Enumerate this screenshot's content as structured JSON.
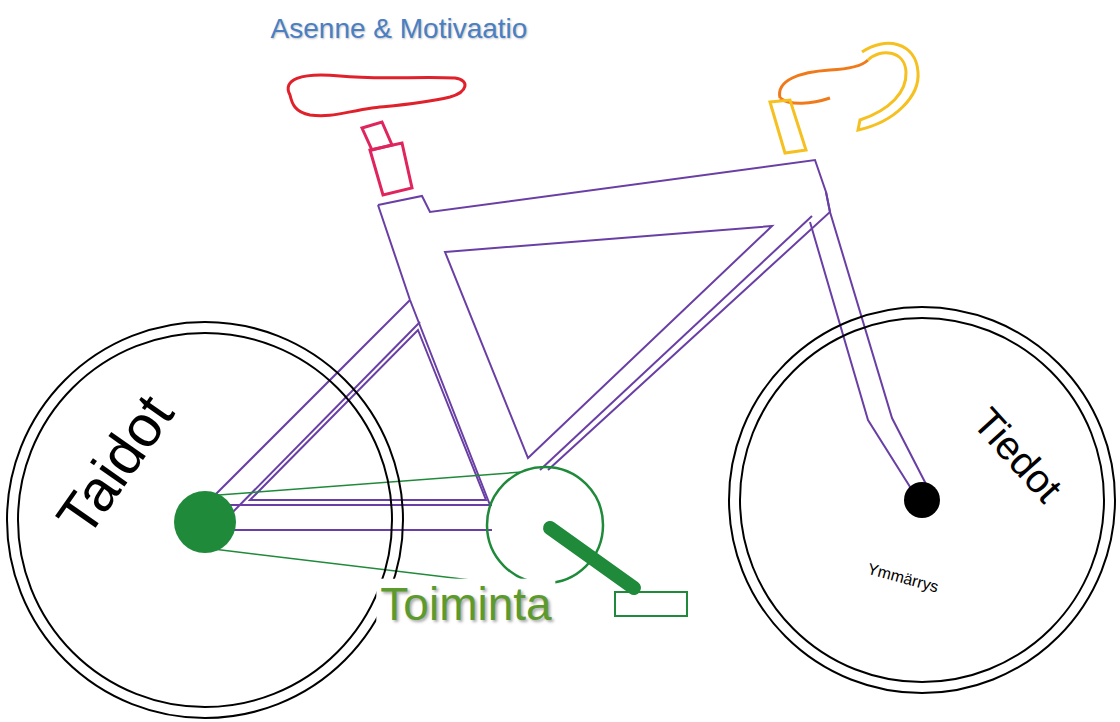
{
  "diagram": {
    "nodes": [
      {
        "text": [
          "Taidot"
        ]
      },
      {
        "text": [
          "Tiedot",
          "Ymmärrys"
        ]
      }
    ],
    "labels": [
      "Asenne & Motivaatio",
      "Toiminta"
    ]
  }
}
